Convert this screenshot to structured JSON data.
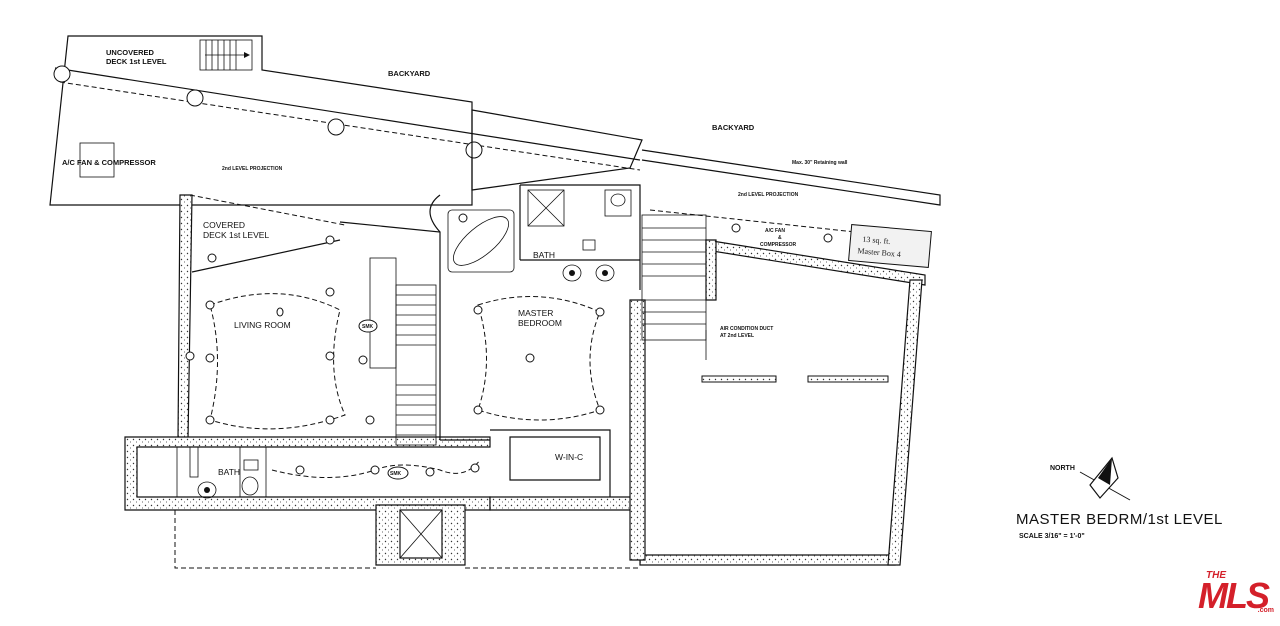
{
  "labels": {
    "uncovered_deck": [
      "UNCOVERED",
      "DECK 1st LEVEL"
    ],
    "backyard_left": "BACKYARD",
    "backyard_right": "BACKYARD",
    "ac_fan_left": "A/C FAN & COMPRESSOR",
    "ac_fan_right": [
      "A/C FAN",
      "&",
      "COMPRESSOR"
    ],
    "second_level_projection": "2nd LEVEL PROJECTION",
    "retaining_wall": "Max. 30\" Retaining wall",
    "covered_deck": [
      "COVERED",
      "DECK 1st LEVEL"
    ],
    "living_room": "LIVING ROOM",
    "master_bedroom": [
      "MASTER",
      "BEDROOM"
    ],
    "bath_upper": "BATH",
    "bath_lower": "BATH",
    "walk_in": "W-IN-C",
    "air_duct": [
      "AIR CONDITION DUCT",
      "AT 2nd LEVEL"
    ],
    "smoke_detector": "SMK",
    "handwritten_note": [
      "13 sq. ft.",
      "Master Box 4"
    ]
  },
  "north_label": "NORTH",
  "caption": "MASTER BEDRM/1st LEVEL",
  "scale": "SCALE 3/16\" = 1'-0\"",
  "logo": {
    "the": "THE",
    "word": "MLS",
    "suffix": ".com",
    "color": "#d4202a"
  }
}
